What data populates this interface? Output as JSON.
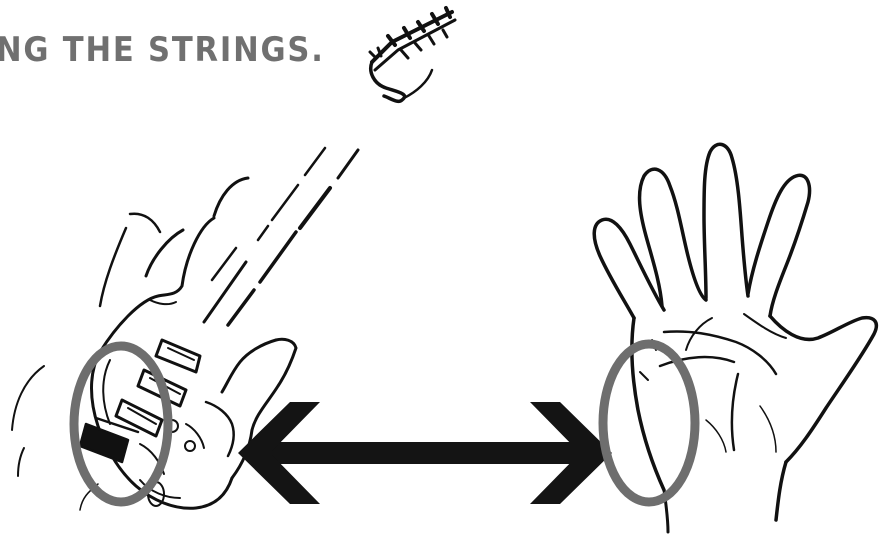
{
  "caption": "NG THE STRINGS.",
  "colors": {
    "caption": "#707070",
    "highlight_ring": "#6e6e6e",
    "arrow": "#141414",
    "line_art": "#111111"
  },
  "icons": {
    "guitar": "electric-guitar-illustration",
    "hand": "open-hand-illustration",
    "arrow": "double-headed-arrow-icon",
    "ring": "highlight-circle"
  }
}
